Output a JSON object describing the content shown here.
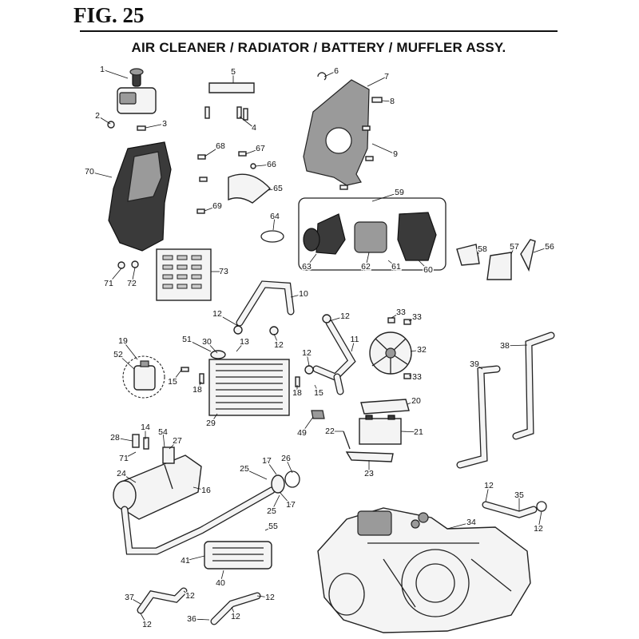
{
  "figure": {
    "label": "FIG. 25",
    "title": "AIR CLEANER / RADIATOR / BATTERY / MUFFLER ASSY."
  },
  "callouts": [
    {
      "text": "1"
    },
    {
      "text": "2"
    },
    {
      "text": "3"
    },
    {
      "text": "4"
    },
    {
      "text": "5"
    },
    {
      "text": "6"
    },
    {
      "text": "7"
    },
    {
      "text": "8"
    },
    {
      "text": "9"
    },
    {
      "text": "70"
    },
    {
      "text": "68"
    },
    {
      "text": "67"
    },
    {
      "text": "66"
    },
    {
      "text": "65"
    },
    {
      "text": "69"
    },
    {
      "text": "59"
    },
    {
      "text": "64"
    },
    {
      "text": "63"
    },
    {
      "text": "62"
    },
    {
      "text": "61"
    },
    {
      "text": "60"
    },
    {
      "text": "58"
    },
    {
      "text": "57"
    },
    {
      "text": "56"
    },
    {
      "text": "71"
    },
    {
      "text": "72"
    },
    {
      "text": "73"
    },
    {
      "text": "10"
    },
    {
      "text": "12"
    },
    {
      "text": "12"
    },
    {
      "text": "12"
    },
    {
      "text": "11"
    },
    {
      "text": "12"
    },
    {
      "text": "33"
    },
    {
      "text": "33"
    },
    {
      "text": "32"
    },
    {
      "text": "33"
    },
    {
      "text": "15"
    },
    {
      "text": "19"
    },
    {
      "text": "52"
    },
    {
      "text": "15"
    },
    {
      "text": "51"
    },
    {
      "text": "30"
    },
    {
      "text": "13"
    },
    {
      "text": "18"
    },
    {
      "text": "18"
    },
    {
      "text": "29"
    },
    {
      "text": "38"
    },
    {
      "text": "39"
    },
    {
      "text": "20"
    },
    {
      "text": "49"
    },
    {
      "text": "22"
    },
    {
      "text": "21"
    },
    {
      "text": "23"
    },
    {
      "text": "28"
    },
    {
      "text": "14"
    },
    {
      "text": "54"
    },
    {
      "text": "27"
    },
    {
      "text": "71"
    },
    {
      "text": "24"
    },
    {
      "text": "25"
    },
    {
      "text": "17"
    },
    {
      "text": "26"
    },
    {
      "text": "16"
    },
    {
      "text": "25"
    },
    {
      "text": "17"
    },
    {
      "text": "12"
    },
    {
      "text": "35"
    },
    {
      "text": "12"
    },
    {
      "text": "55"
    },
    {
      "text": "34"
    },
    {
      "text": "41"
    },
    {
      "text": "40"
    },
    {
      "text": "37"
    },
    {
      "text": "12"
    },
    {
      "text": "12"
    },
    {
      "text": "12"
    },
    {
      "text": "36"
    },
    {
      "text": "12"
    }
  ]
}
